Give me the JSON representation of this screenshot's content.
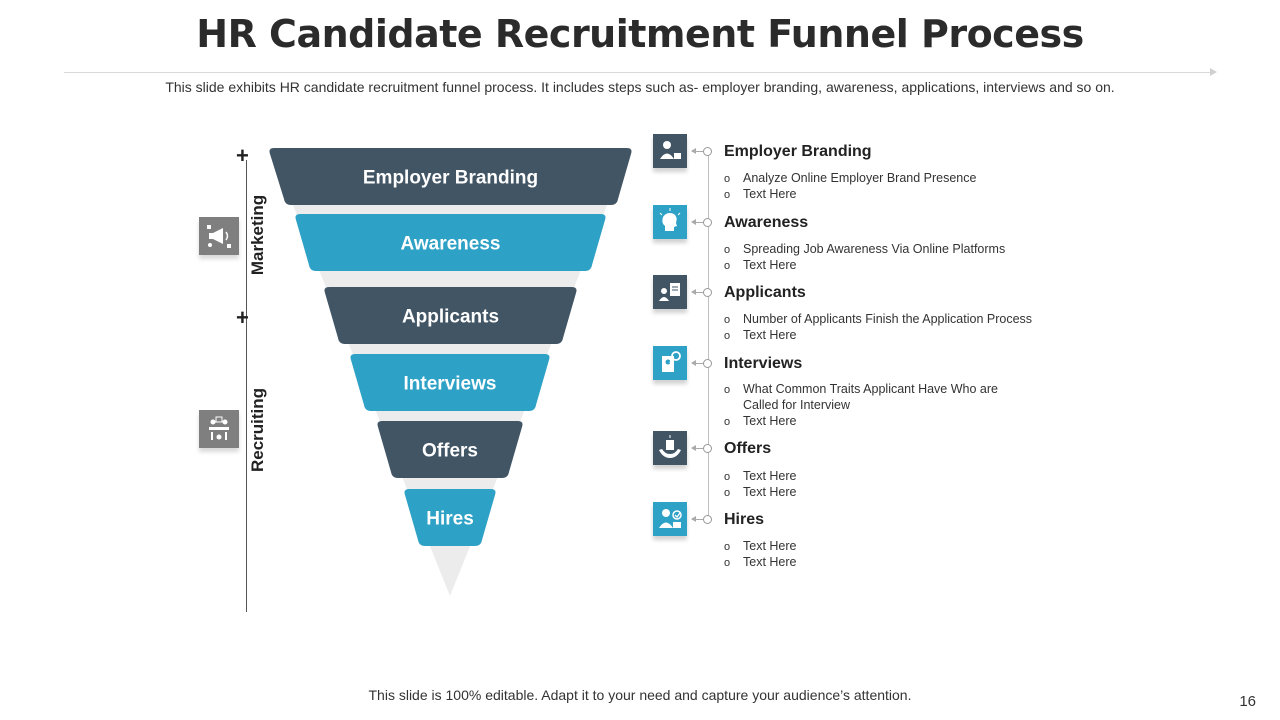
{
  "title": "HR Candidate Recruitment Funnel Process",
  "subtitle": "This slide exhibits HR candidate recruitment funnel process. It includes steps such as- employer branding, awareness, applications, interviews and so on.",
  "footer": "This slide is 100% editable. Adapt it to your need and capture your audience’s attention.",
  "page_number": "16",
  "colors": {
    "dark": "#415565",
    "blue": "#2ea1c6",
    "grey_icon": "#7f7f7f",
    "shadow": "#ececec"
  },
  "side_groups": [
    {
      "label": "Marketing",
      "icon": "megaphone-icon"
    },
    {
      "label": "Recruiting",
      "icon": "meeting-table-icon"
    }
  ],
  "plus_marks": [
    "+",
    "+"
  ],
  "stages": [
    {
      "label": "Employer Branding",
      "color": "dark"
    },
    {
      "label": "Awareness",
      "color": "blue"
    },
    {
      "label": "Applicants",
      "color": "dark"
    },
    {
      "label": "Interviews",
      "color": "blue"
    },
    {
      "label": "Offers",
      "color": "dark"
    },
    {
      "label": "Hires",
      "color": "blue"
    }
  ],
  "steps": [
    {
      "title": "Employer Branding",
      "icon": "employer-badge-icon",
      "color": "dark",
      "bullets": [
        "Analyze Online Employer Brand Presence",
        "Text Here"
      ]
    },
    {
      "title": "Awareness",
      "icon": "idea-head-icon",
      "color": "blue",
      "bullets": [
        "Spreading Job Awareness Via Online Platforms",
        "Text Here"
      ]
    },
    {
      "title": "Applicants",
      "icon": "applicant-document-icon",
      "color": "dark",
      "bullets": [
        "Number of Applicants Finish the Application Process",
        "Text Here"
      ]
    },
    {
      "title": "Interviews",
      "icon": "search-profile-icon",
      "color": "blue",
      "bullets": [
        "What Common Traits Applicant Have Who are Called for Interview",
        "Text Here"
      ]
    },
    {
      "title": "Offers",
      "icon": "hand-offer-icon",
      "color": "dark",
      "bullets": [
        "Text Here",
        "Text Here"
      ]
    },
    {
      "title": "Hires",
      "icon": "hired-person-icon",
      "color": "blue",
      "bullets": [
        "Text Here",
        "Text Here"
      ]
    }
  ]
}
